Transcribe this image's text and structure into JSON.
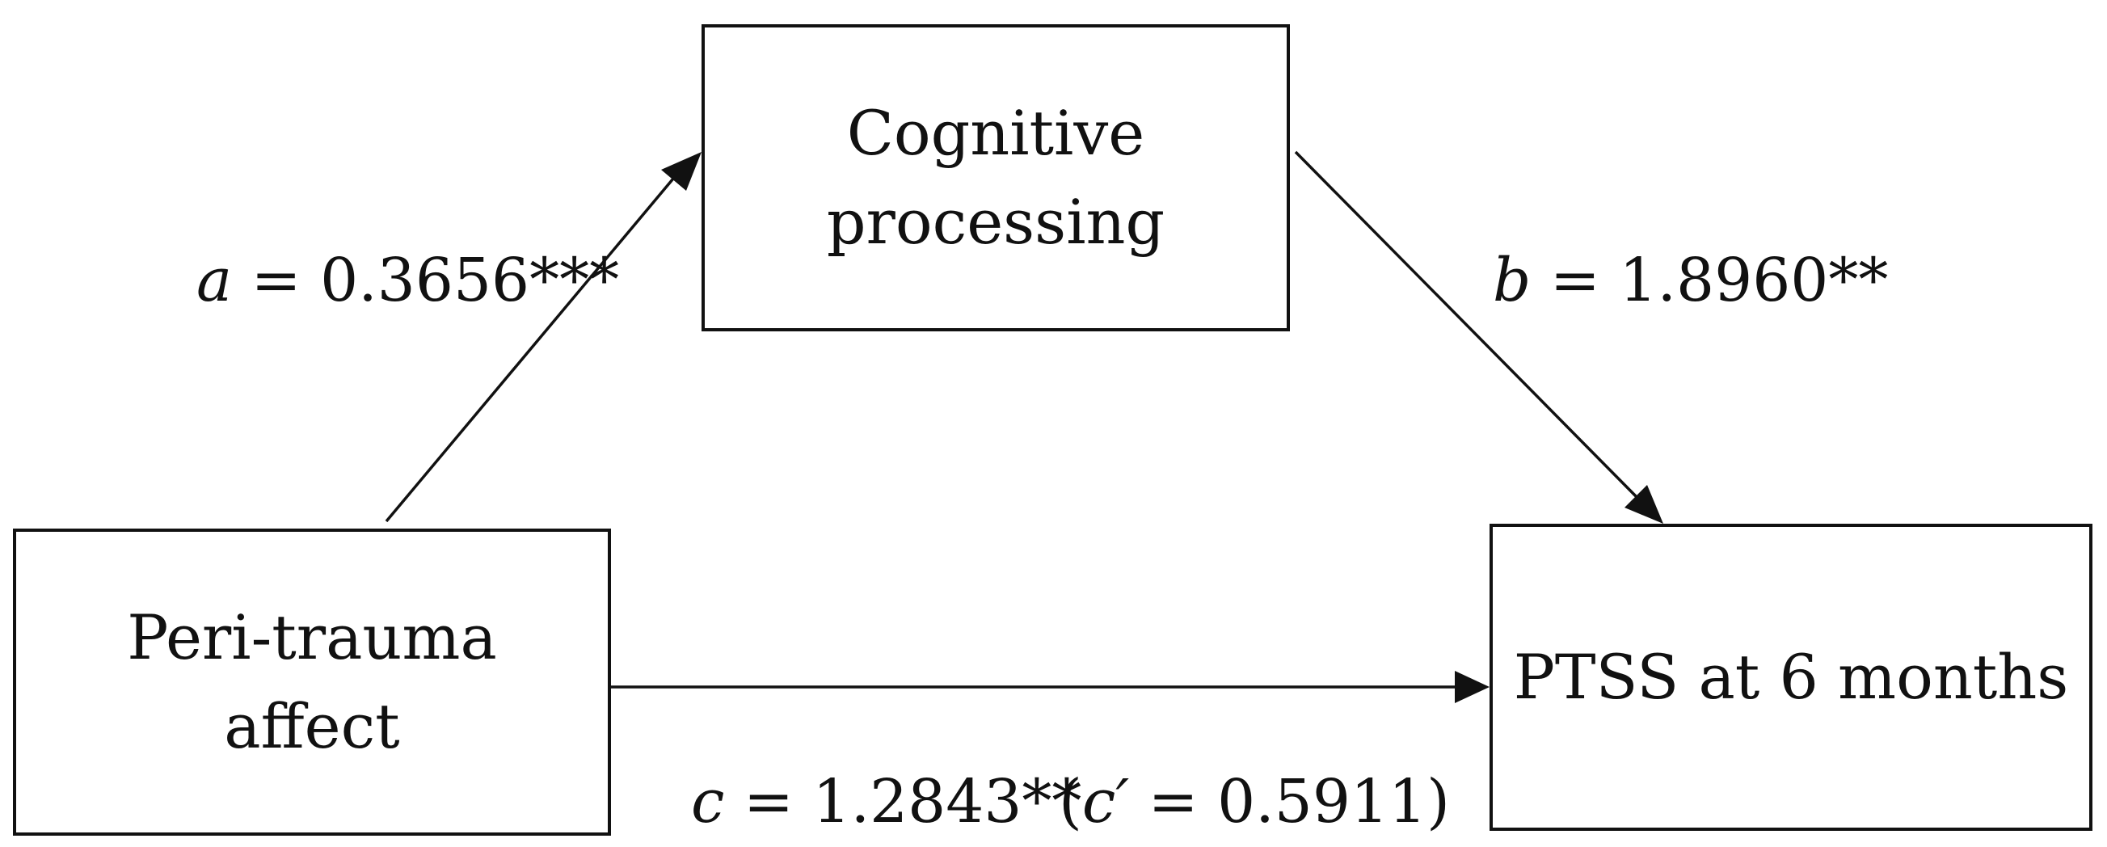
{
  "nodes": {
    "mediator": {
      "line1": "Cognitive",
      "line2": "processing"
    },
    "predictor": {
      "line1": "Peri-trauma",
      "line2": "affect"
    },
    "outcome": {
      "line1": "PTSS at 6 months"
    }
  },
  "paths": {
    "a": {
      "symbol": "a",
      "text": " = 0.3656***"
    },
    "b": {
      "symbol": "b",
      "text": " = 1.8960**"
    },
    "c": {
      "symbol": "c",
      "text": " = 1.2843**"
    },
    "c_prime": {
      "open": "(",
      "symbol": "c′",
      "text": " = 0.5911)"
    }
  },
  "colors": {
    "stroke": "#111111",
    "background": "#ffffff"
  }
}
